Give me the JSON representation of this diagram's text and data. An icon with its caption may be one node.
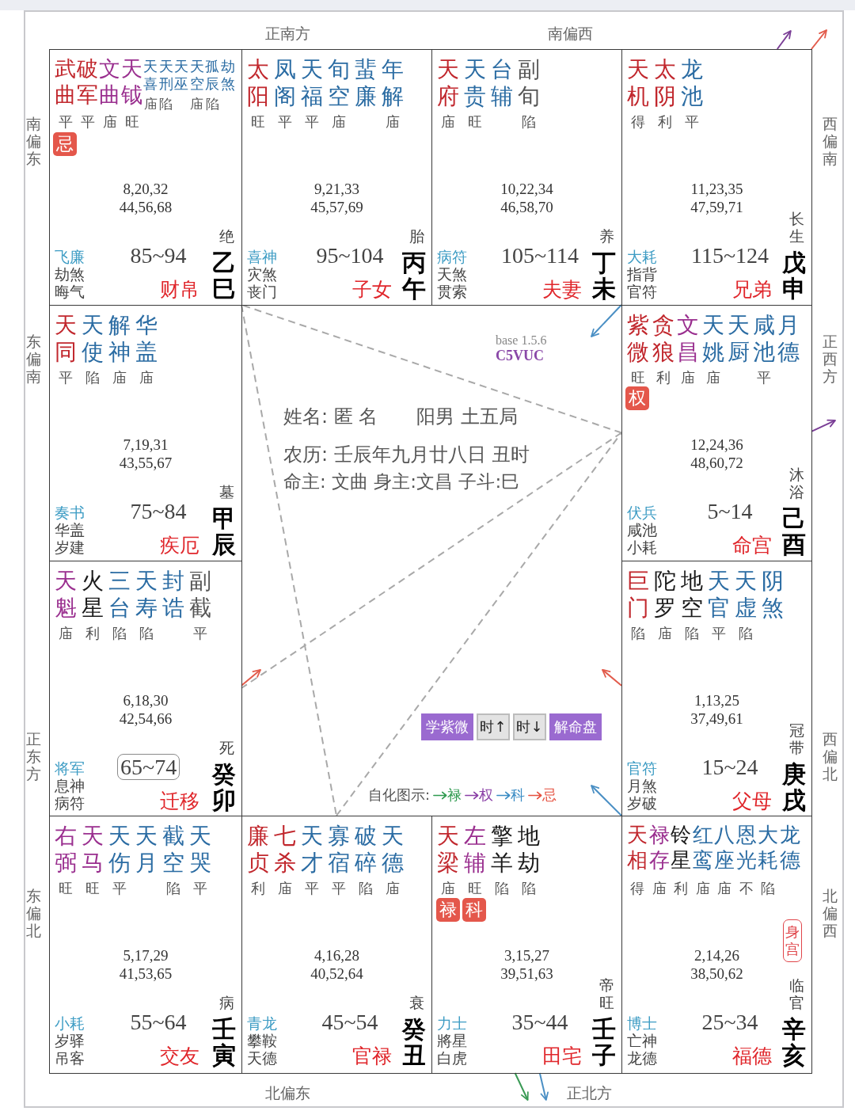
{
  "diagram": {
    "nodes": [
      {
        "text": [
          "武曲",
          "破军",
          "文曲",
          "天钺",
          "天喜",
          "天刑",
          "天巫",
          "天空",
          "孤辰",
          "劫煞",
          "平",
          "平",
          "庙",
          "旺",
          "庙",
          "陷",
          "庙",
          "陷",
          "8,20,32 44,56,68",
          "飞廉",
          "劫煞",
          "晦气",
          "85~94",
          "财帛",
          "绝",
          "乙巳"
        ],
        "beside": [
          "南偏东"
        ]
      },
      {
        "text": [
          "忌"
        ],
        "in": 0
      },
      {
        "text": [
          "太阳",
          "凤阁",
          "天福",
          "旬空",
          "蜚廉",
          "年解",
          "旺",
          "平",
          "平",
          "庙",
          "庙",
          "9,21,33 45,57,69",
          "喜神",
          "灾煞",
          "丧门",
          "95~104",
          "子女",
          "胎",
          "丙午"
        ],
        "beside": [
          "正南方"
        ]
      },
      {
        "text": [
          "天府",
          "天贵",
          "台辅",
          "副旬",
          "庙",
          "旺",
          "陷",
          "10,22,34 46,58,70",
          "病符",
          "天煞",
          "贯索",
          "105~114",
          "夫妻",
          "养",
          "丁未"
        ],
        "beside": [
          "南偏西"
        ]
      },
      {
        "text": [
          "天机",
          "太阴",
          "龙池",
          "得",
          "利",
          "平",
          "11,23,35 47,59,71",
          "大耗",
          "指背",
          "官符",
          "115~124",
          "兄弟",
          "长生",
          "戊申"
        ],
        "beside": [
          "西偏南"
        ]
      },
      {
        "text": [
          "天同",
          "天使",
          "解神",
          "华盖",
          "平",
          "陷",
          "庙",
          "庙",
          "7,19,31 43,55,67",
          "奏书",
          "华盖",
          "岁建",
          "75~84",
          "疾厄",
          "墓",
          "甲辰"
        ],
        "beside": [
          "东偏南"
        ]
      },
      {
        "text": [
          "base 1.5.6",
          "C5VUC",
          "姓名: 匿 名",
          "阳男 土五局",
          "农历: 壬辰年九月廿八日 丑时",
          "命主: 文曲 身主:文昌 子斗:巳",
          "自化图示:"
        ]
      },
      {
        "text": [
          "学紫微"
        ],
        "in": 6
      },
      {
        "text": [
          "时↑"
        ],
        "in": 6
      },
      {
        "text": [
          "时↓"
        ],
        "in": 6
      },
      {
        "text": [
          "解命盘"
        ],
        "in": 6
      },
      {
        "text": [
          "紫微",
          "贪狼",
          "文昌",
          "天姚",
          "天厨",
          "咸池",
          "月德",
          "旺",
          "利",
          "庙",
          "庙",
          "平",
          "12,24,36 48,60,72",
          "伏兵",
          "咸池",
          "小耗",
          "5~14",
          "命宫",
          "沐浴",
          "己酉"
        ],
        "beside": [
          "正西方"
        ]
      },
      {
        "text": [
          "权"
        ],
        "in": 11
      },
      {
        "text": [
          "天魁",
          "火星",
          "三台",
          "天寿",
          "封诰",
          "副截",
          "庙",
          "利",
          "陷",
          "陷",
          "平",
          "6,18,30 42,54,66",
          "将军",
          "息神",
          "病符",
          "迁移",
          "死",
          "癸卯"
        ],
        "beside": [
          "正东方"
        ]
      },
      {
        "text": [
          "65~74"
        ],
        "in": 13
      },
      {
        "text": [
          "巨门",
          "陀罗",
          "地空",
          "天官",
          "天虚",
          "阴煞",
          "陷",
          "庙",
          "陷",
          "平",
          "陷",
          "1,13,25 37,49,61",
          "官符",
          "月煞",
          "岁破",
          "15~24",
          "父母",
          "冠带",
          "庚戌"
        ],
        "beside": [
          "西偏北"
        ]
      },
      {
        "text": [
          "右弼",
          "天马",
          "天伤",
          "天月",
          "截空",
          "天哭",
          "旺",
          "旺",
          "平",
          "陷",
          "平",
          "5,17,29 41,53,65",
          "小耗",
          "岁驿",
          "吊客",
          "55~64",
          "交友",
          "病",
          "壬寅"
        ],
        "beside": [
          "东偏北"
        ]
      },
      {
        "text": [
          "廉贞",
          "七杀",
          "天才",
          "寡宿",
          "破碎",
          "天德",
          "利",
          "庙",
          "平",
          "平",
          "陷",
          "庙",
          "4,16,28 40,52,64",
          "青龙",
          "攀鞍",
          "天德",
          "45~54",
          "官禄",
          "衰",
          "癸丑"
        ],
        "beside": [
          "北偏东"
        ]
      },
      {
        "text": [
          "天梁",
          "左辅",
          "擎羊",
          "地劫",
          "庙",
          "旺",
          "陷",
          "陷",
          "3,15,27 39,51,63",
          "力士",
          "將星",
          "白虎",
          "35~44",
          "田宅",
          "帝旺",
          "壬子"
        ],
        "beside": [
          "正北方"
        ]
      },
      {
        "text": [
          "禄"
        ],
        "in": 18
      },
      {
        "text": [
          "科"
        ],
        "in": 18
      },
      {
        "text": [
          "天相",
          "禄存",
          "铃星",
          "红鸾",
          "八座",
          "恩光",
          "大耗",
          "龙德",
          "得",
          "庙",
          "利",
          "庙",
          "庙",
          "不",
          "陷",
          "2,14,26 38,50,62",
          "博士",
          "亡神",
          "龙德",
          "25~34",
          "福德",
          "临官",
          "辛亥"
        ],
        "beside": [
          "北偏西"
        ]
      },
      {
        "text": [
          "身宫"
        ],
        "in": 21
      }
    ],
    "edges": [
      {
        "from": 11,
        "to": 0,
        "arrow": "none",
        "style": "dashed"
      },
      {
        "from": 0,
        "to": 17,
        "arrow": "none",
        "style": "dashed"
      },
      {
        "from": 17,
        "to": 11,
        "arrow": "none",
        "style": "dashed"
      },
      {
        "from": 11,
        "to": 13,
        "arrow": "none",
        "style": "dashed"
      },
      {
        "from": 4,
        "to": null,
        "arrow": "to",
        "color": "#7a3e96"
      },
      {
        "from": 4,
        "to": null,
        "arrow": "to",
        "color": "#e25b4b"
      },
      {
        "from": 4,
        "to": null,
        "arrow": "to",
        "color": "#4a8fc4"
      },
      {
        "from": 11,
        "to": null,
        "arrow": "to",
        "color": "#7a3e96"
      },
      {
        "from": 13,
        "to": null,
        "arrow": "to",
        "color": "#e25b4b"
      },
      {
        "from": 15,
        "to": null,
        "arrow": "to",
        "color": "#e25b4b"
      },
      {
        "from": 21,
        "to": null,
        "arrow": "to",
        "color": "#4a8fc4"
      },
      {
        "from": 18,
        "to": null,
        "arrow": "to",
        "color": "#3a9a55"
      },
      {
        "from": 18,
        "to": null,
        "arrow": "to",
        "color": "#4a8fc4"
      }
    ],
    "legend": [
      {
        "text": "禄"
      },
      {
        "text": "权"
      },
      {
        "text": "科"
      },
      {
        "text": "忌"
      }
    ]
  }
}
